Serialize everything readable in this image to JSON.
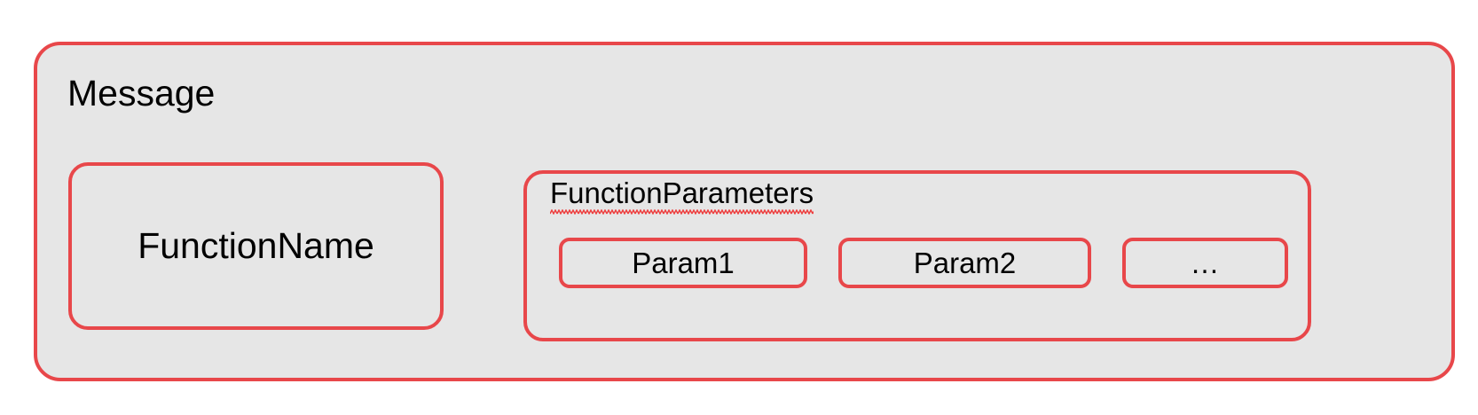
{
  "diagram": {
    "type": "nested-block-diagram",
    "colors": {
      "border": "#e8474a",
      "fill": "#e6e6e6",
      "text": "#000000",
      "page_background": "#ffffff",
      "spellcheck_underline": "#ee3b3b"
    },
    "message": {
      "label": "Message",
      "function_name": {
        "label": "FunctionName"
      },
      "function_parameters": {
        "label": "FunctionParameters",
        "spellcheck_flagged": true,
        "params": [
          {
            "label": "Param1"
          },
          {
            "label": "Param2"
          },
          {
            "label": "…"
          }
        ]
      }
    }
  }
}
